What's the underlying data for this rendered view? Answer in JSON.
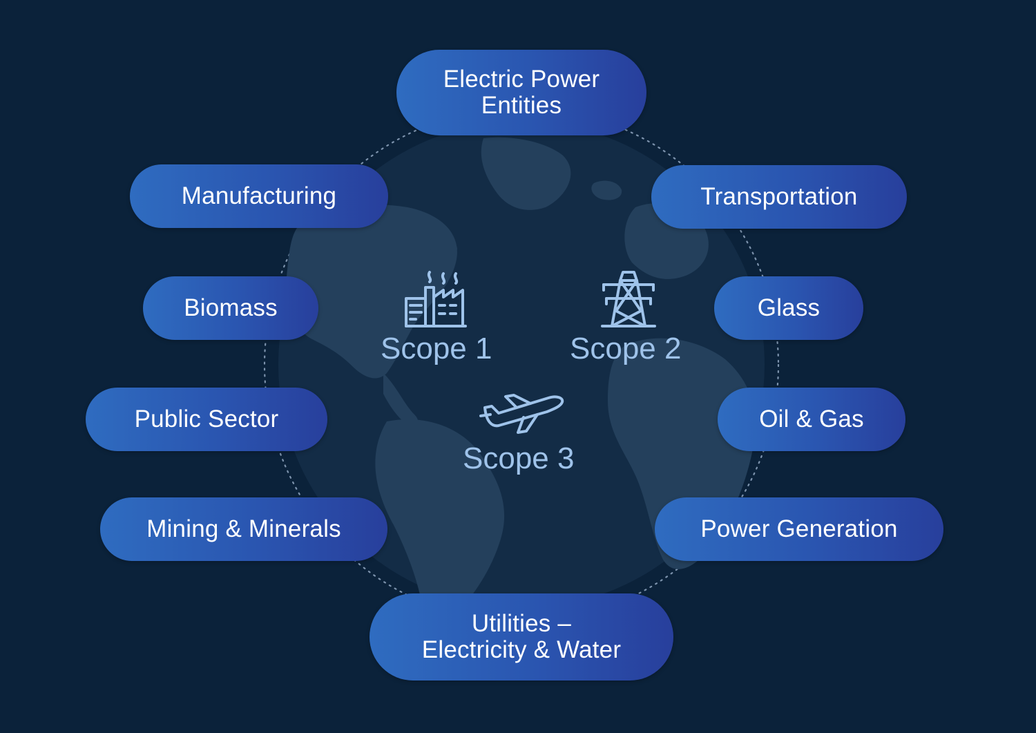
{
  "sectors": [
    {
      "id": "electric-power-entities",
      "label": "Electric Power\nEntities"
    },
    {
      "id": "manufacturing",
      "label": "Manufacturing"
    },
    {
      "id": "transportation",
      "label": "Transportation"
    },
    {
      "id": "biomass",
      "label": "Biomass"
    },
    {
      "id": "glass",
      "label": "Glass"
    },
    {
      "id": "public-sector",
      "label": "Public Sector"
    },
    {
      "id": "oil-gas",
      "label": "Oil & Gas"
    },
    {
      "id": "mining-minerals",
      "label": "Mining & Minerals"
    },
    {
      "id": "power-generation",
      "label": "Power Generation"
    },
    {
      "id": "utilities",
      "label": "Utilities –\nElectricity & Water"
    }
  ],
  "scopes": [
    {
      "label": "Scope 1",
      "icon": "factory-icon"
    },
    {
      "label": "Scope 2",
      "icon": "transmission-tower-icon"
    },
    {
      "label": "Scope 3",
      "icon": "airplane-icon"
    }
  ],
  "colors": {
    "background": "#0b223a",
    "globe": "#1c3550",
    "land": "#2a4560",
    "pill_start": "#2f6cc0",
    "pill_end": "#283f9c",
    "scope_text": "#9fc3ea"
  }
}
